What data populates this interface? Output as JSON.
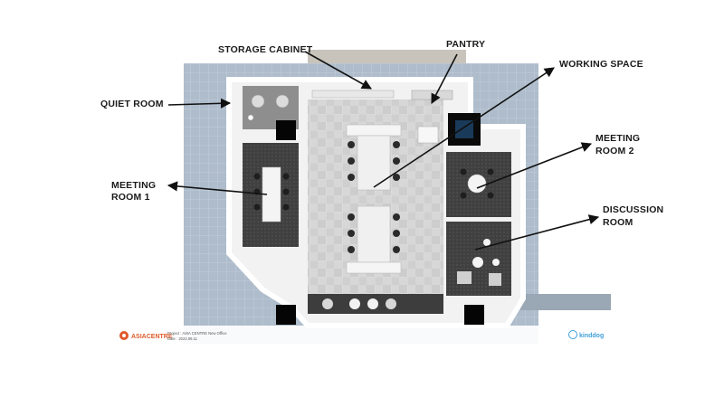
{
  "labels": {
    "storage_cabinet": "STORAGE CABINET",
    "pantry": "PANTRY",
    "quiet_room": "QUIET ROOM",
    "working_space": "WORKING SPACE",
    "meeting_room_1_line1": "MEETING",
    "meeting_room_1_line2": "ROOM 1",
    "meeting_room_2_line1": "MEETING",
    "meeting_room_2_line2": "ROOM 2",
    "discussion_room_line1": "DISCUSSION",
    "discussion_room_line2": "ROOM"
  },
  "footer": {
    "company_logo": "ASIACENTRE",
    "project_line": "Project : ASIA CENTRE New Office",
    "date_line": "Date : 2022.06.11",
    "designer_logo": "kinddog"
  },
  "colors": {
    "label_text": "#1a1a1a",
    "arrow": "#111111",
    "brand_orange": "#e05a2b",
    "brand_blue": "#3fa0d8"
  }
}
